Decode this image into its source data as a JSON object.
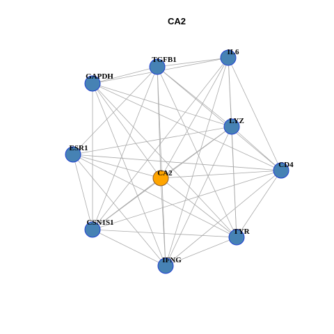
{
  "title": "CA2",
  "colors": {
    "node_fill": "#4682b4",
    "node_stroke": "#1f3fd0",
    "center_fill": "#ffa500",
    "center_stroke": "#8b5a2b",
    "edge": "#a9a9a9"
  },
  "nodes": [
    {
      "id": "CA2",
      "label": "CA2",
      "center": true
    },
    {
      "id": "TGFB1",
      "label": "TGFB1"
    },
    {
      "id": "IL6",
      "label": "IL6"
    },
    {
      "id": "GAPDH",
      "label": "GAPDH"
    },
    {
      "id": "LYZ",
      "label": "LYZ"
    },
    {
      "id": "ESR1",
      "label": "ESR1"
    },
    {
      "id": "CD4",
      "label": "CD4"
    },
    {
      "id": "CSN1S1",
      "label": "CSN1S1"
    },
    {
      "id": "TYR",
      "label": "TYR"
    },
    {
      "id": "IFNG",
      "label": "IFNG"
    }
  ],
  "edges": [
    [
      "CA2",
      "TGFB1"
    ],
    [
      "CA2",
      "IL6"
    ],
    [
      "CA2",
      "GAPDH"
    ],
    [
      "CA2",
      "LYZ"
    ],
    [
      "CA2",
      "ESR1"
    ],
    [
      "CA2",
      "CD4"
    ],
    [
      "CA2",
      "CSN1S1"
    ],
    [
      "CA2",
      "TYR"
    ],
    [
      "CA2",
      "IFNG"
    ],
    [
      "TGFB1",
      "IL6"
    ],
    [
      "TGFB1",
      "GAPDH"
    ],
    [
      "TGFB1",
      "LYZ"
    ],
    [
      "TGFB1",
      "ESR1"
    ],
    [
      "TGFB1",
      "CD4"
    ],
    [
      "TGFB1",
      "CSN1S1"
    ],
    [
      "TGFB1",
      "TYR"
    ],
    [
      "TGFB1",
      "IFNG"
    ],
    [
      "IL6",
      "GAPDH"
    ],
    [
      "IL6",
      "LYZ"
    ],
    [
      "IL6",
      "CD4"
    ],
    [
      "IL6",
      "CSN1S1"
    ],
    [
      "IL6",
      "TYR"
    ],
    [
      "IL6",
      "IFNG"
    ],
    [
      "GAPDH",
      "LYZ"
    ],
    [
      "GAPDH",
      "CD4"
    ],
    [
      "GAPDH",
      "CSN1S1"
    ],
    [
      "GAPDH",
      "TYR"
    ],
    [
      "GAPDH",
      "IFNG"
    ],
    [
      "LYZ",
      "ESR1"
    ],
    [
      "LYZ",
      "CSN1S1"
    ],
    [
      "LYZ",
      "TYR"
    ],
    [
      "LYZ",
      "IFNG"
    ],
    [
      "LYZ",
      "CD4"
    ],
    [
      "ESR1",
      "CD4"
    ],
    [
      "ESR1",
      "TYR"
    ],
    [
      "ESR1",
      "IFNG"
    ],
    [
      "ESR1",
      "CSN1S1"
    ],
    [
      "CD4",
      "CSN1S1"
    ],
    [
      "CD4",
      "IFNG"
    ],
    [
      "CD4",
      "TYR"
    ],
    [
      "CSN1S1",
      "TYR"
    ],
    [
      "CSN1S1",
      "IFNG"
    ],
    [
      "TYR",
      "IFNG"
    ]
  ]
}
